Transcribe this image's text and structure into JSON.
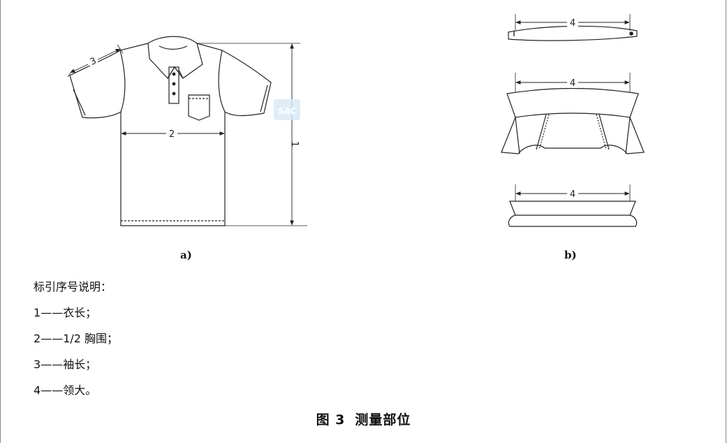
{
  "figure_a": {
    "label": "a)",
    "dimension_marks": {
      "body_length": "1",
      "half_chest": "2",
      "sleeve_length": "3"
    },
    "watermark": "SAC"
  },
  "figure_b": {
    "label": "b)",
    "dimension_marks": {
      "top_collar": "4",
      "open_collar": "4",
      "band_collar": "4"
    }
  },
  "legend": {
    "title": "标引序号说明：",
    "items": [
      {
        "key": "1",
        "dash": "——",
        "text": "衣长；"
      },
      {
        "key": "2",
        "dash": "——",
        "text": "1/2 胸围；"
      },
      {
        "key": "3",
        "dash": "——",
        "text": "袖长；"
      },
      {
        "key": "4",
        "dash": "——",
        "text": "领大。"
      }
    ]
  },
  "caption": {
    "figure_no": "图 3",
    "title": "测量部位"
  }
}
